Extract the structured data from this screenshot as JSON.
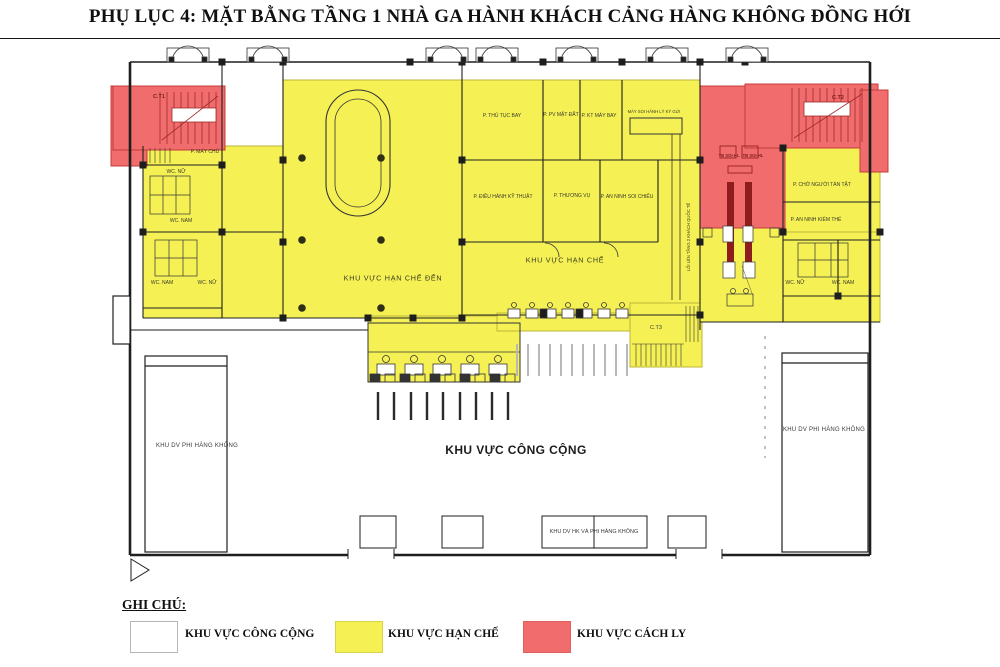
{
  "title": "PHỤ LỤC 4: MẶT BẰNG TẦNG 1 NHÀ GA HÀNH KHÁCH CẢNG HÀNG KHÔNG ĐỒNG HỚI",
  "colors": {
    "restricted_yellow": "#F5F155",
    "restricted_border": "#BDB53A",
    "isolation_red": "#F16C6C",
    "isolation_border": "#C43B3B",
    "isolation_dark": "#8F1D1D",
    "public_white": "#FFFFFF",
    "line": "#1E1E1E",
    "label": "#3A3A28"
  },
  "plan": {
    "labels": [
      {
        "id": "ct1",
        "text": "C.T1"
      },
      {
        "id": "ct2",
        "text": "C.T2"
      },
      {
        "id": "ct3",
        "text": "C.T3"
      },
      {
        "id": "p-may-chu",
        "text": "P. MÁY CHỦ"
      },
      {
        "id": "wc-nu-1",
        "text": "WC. NỮ"
      },
      {
        "id": "wc-nam-1",
        "text": "WC. NAM"
      },
      {
        "id": "wc-nam-2",
        "text": "WC. NAM"
      },
      {
        "id": "wc-nu-2",
        "text": "WC. NỮ"
      },
      {
        "id": "arrival-hall",
        "text": "KHU VỰC HẠN CHẾ ĐẾN"
      },
      {
        "id": "p-thu-tuc-bay",
        "text": "P. THỦ TỤC BAY"
      },
      {
        "id": "p-pv-mat-dat",
        "text": "P. PV MẶT ĐẤT"
      },
      {
        "id": "p-kt-may-bay",
        "text": "P. KT MÁY BAY"
      },
      {
        "id": "may-soi",
        "text": "MÁY SOI HÀNH LÝ KÝ GỬI"
      },
      {
        "id": "p-dieu-hanh",
        "text": "P. ĐIỀU HÀNH KỸ THUẬT"
      },
      {
        "id": "p-thuong-vu",
        "text": "P. THƯƠNG VỤ"
      },
      {
        "id": "p-an-ninh-soi-chieu",
        "text": "P. AN NINH SOI CHIẾU"
      },
      {
        "id": "restricted-area",
        "text": "KHU VỰC HẠN CHẾ"
      },
      {
        "id": "loi-len-tang-2",
        "text": "LỐI LÊN TẦNG 2 KHÁCH QUỐC TẾ"
      },
      {
        "id": "tb-soi-1",
        "text": "TB SOI HL"
      },
      {
        "id": "tb-soi-2",
        "text": "TB SOI HL"
      },
      {
        "id": "p-cho-nguoi",
        "text": "P. CHỜ NGƯỜI TÀN TẬT"
      },
      {
        "id": "p-an-ninh-kiem-the",
        "text": "P. AN NINH KIỂM THỂ"
      },
      {
        "id": "wc-nu-3",
        "text": "WC. NỮ"
      },
      {
        "id": "wc-nam-3",
        "text": "WC. NAM"
      },
      {
        "id": "khu-dv-left",
        "text": "KHU DV PHI HÀNG KHÔNG"
      },
      {
        "id": "khu-dv-right",
        "text": "KHU DV PHI HÀNG KHÔNG"
      },
      {
        "id": "public-area",
        "text": "KHU VỰC CÔNG CỘNG"
      },
      {
        "id": "khu-dv-hk",
        "text": "KHU DV HK VÀ PHI HÀNG KHÔNG"
      }
    ]
  },
  "legend": {
    "heading": "GHI CHÚ:",
    "items": [
      {
        "label": "KHU VỰC CÔNG CỘNG",
        "color": "#FFFFFF"
      },
      {
        "label": "KHU VỰC HẠN CHẾ",
        "color": "#F5F155"
      },
      {
        "label": "KHU VỰC CÁCH LY",
        "color": "#F16C6C"
      }
    ]
  }
}
